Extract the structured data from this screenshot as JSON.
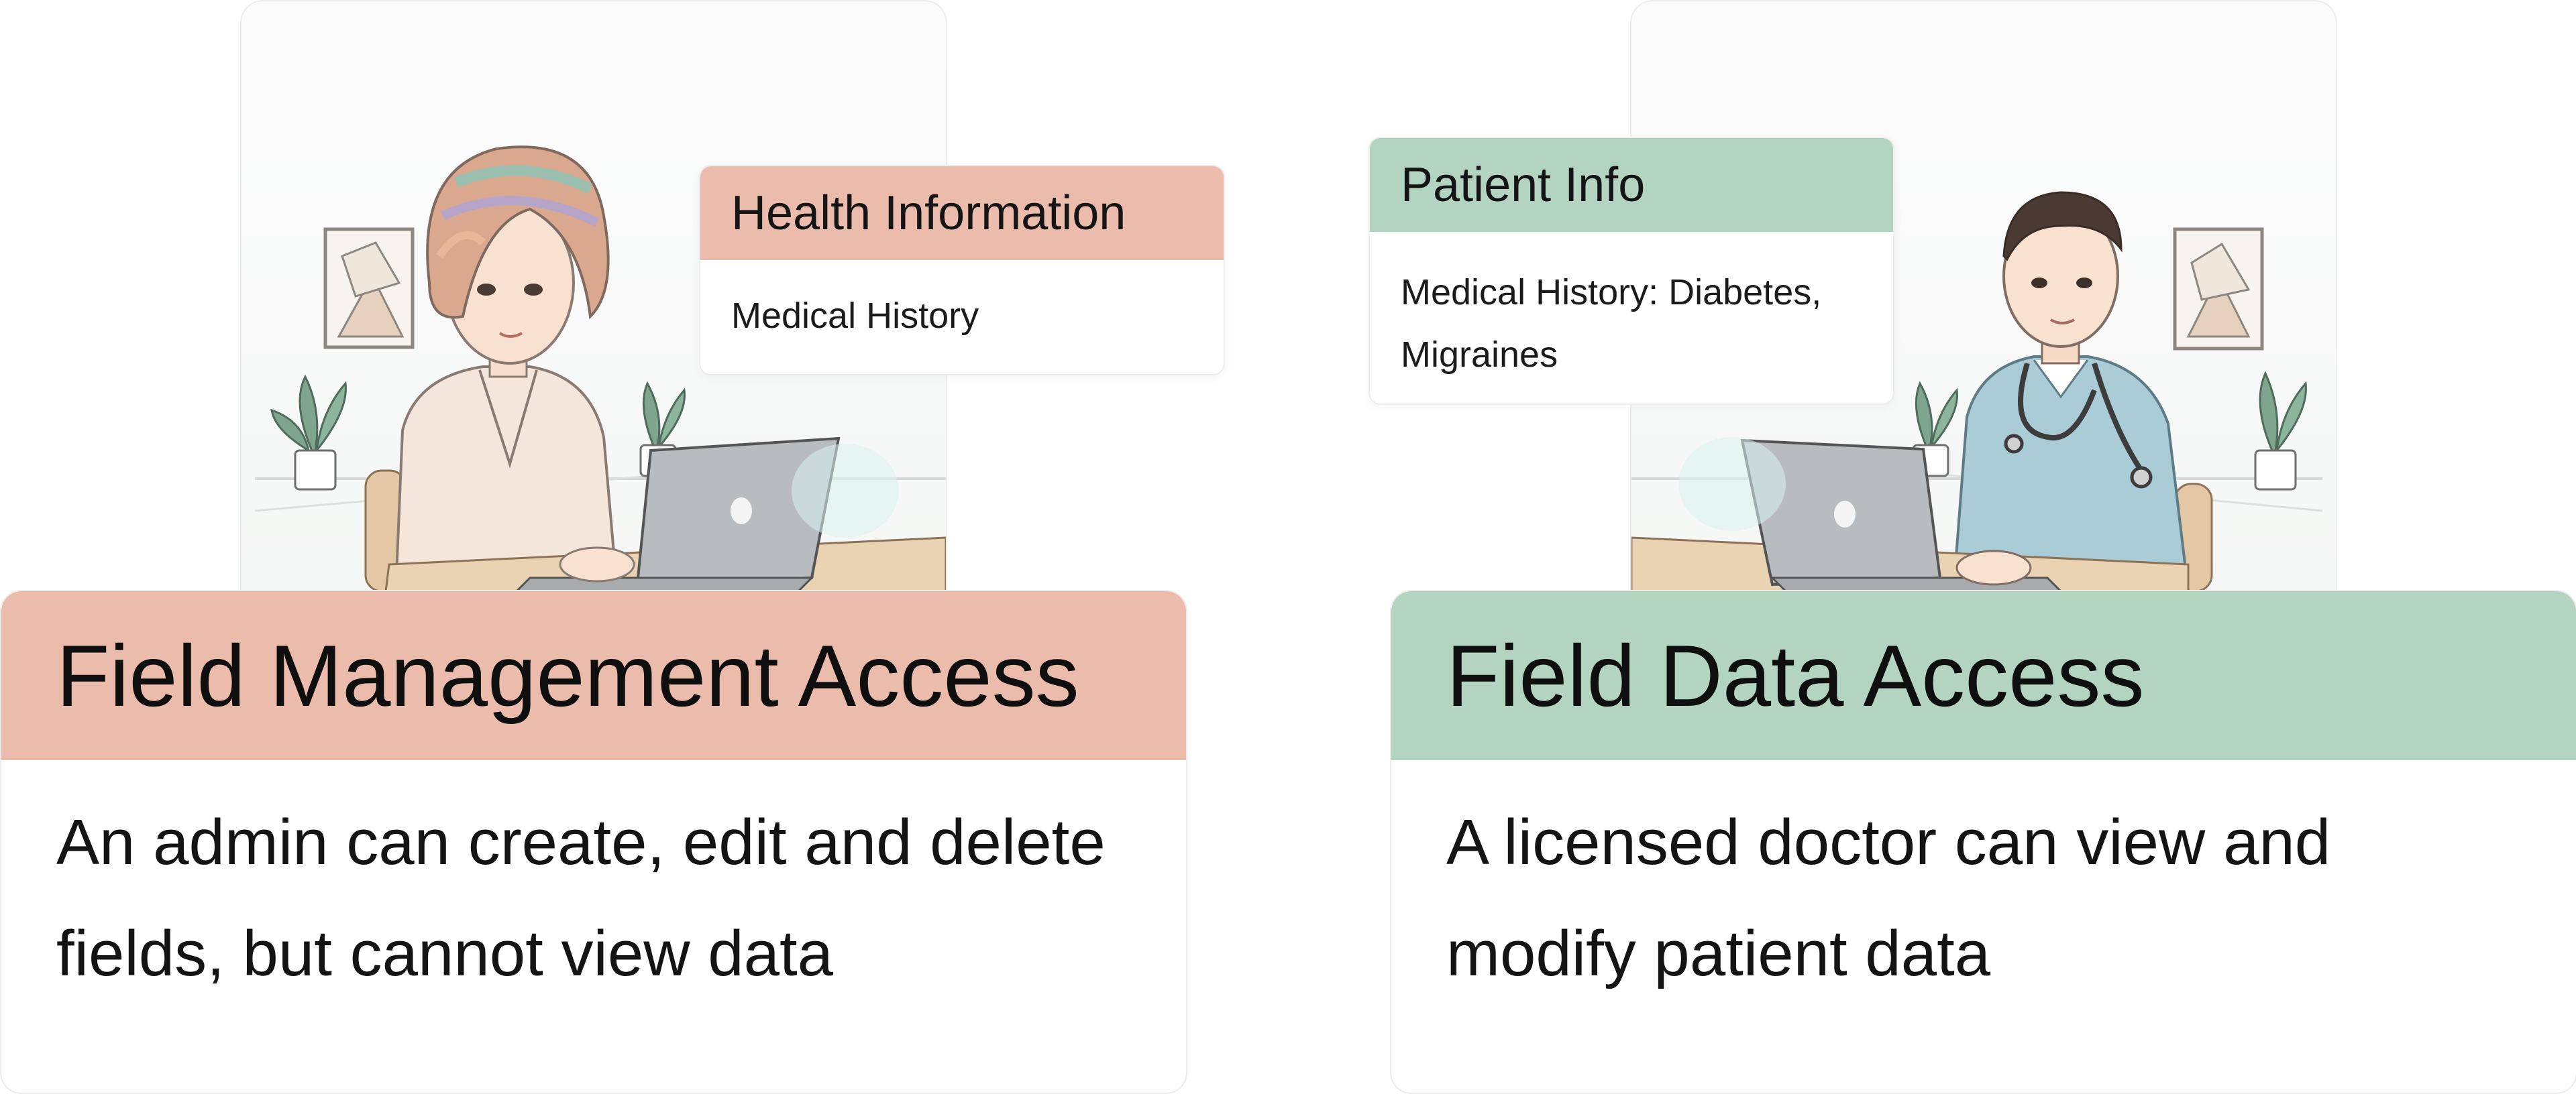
{
  "left": {
    "info_card": {
      "title": "Health Information",
      "body": "Medical History"
    },
    "card": {
      "title": "Field Management Access",
      "description": "An admin can create, edit and delete fields, but cannot view data"
    }
  },
  "right": {
    "info_card": {
      "title": "Patient Info",
      "body": "Medical History: Diabetes, Migraines"
    },
    "card": {
      "title": "Field Data Access",
      "description": "A licensed doctor can view and modify patient data"
    }
  },
  "colors": {
    "salmon": "#ebbcac",
    "mint": "#b3d4c1",
    "border": "#ececec"
  },
  "icons": [
    "admin-woman-illustration",
    "doctor-illustration",
    "laptop-icon",
    "plant-icon",
    "wall-art-icon",
    "stethoscope-icon"
  ]
}
